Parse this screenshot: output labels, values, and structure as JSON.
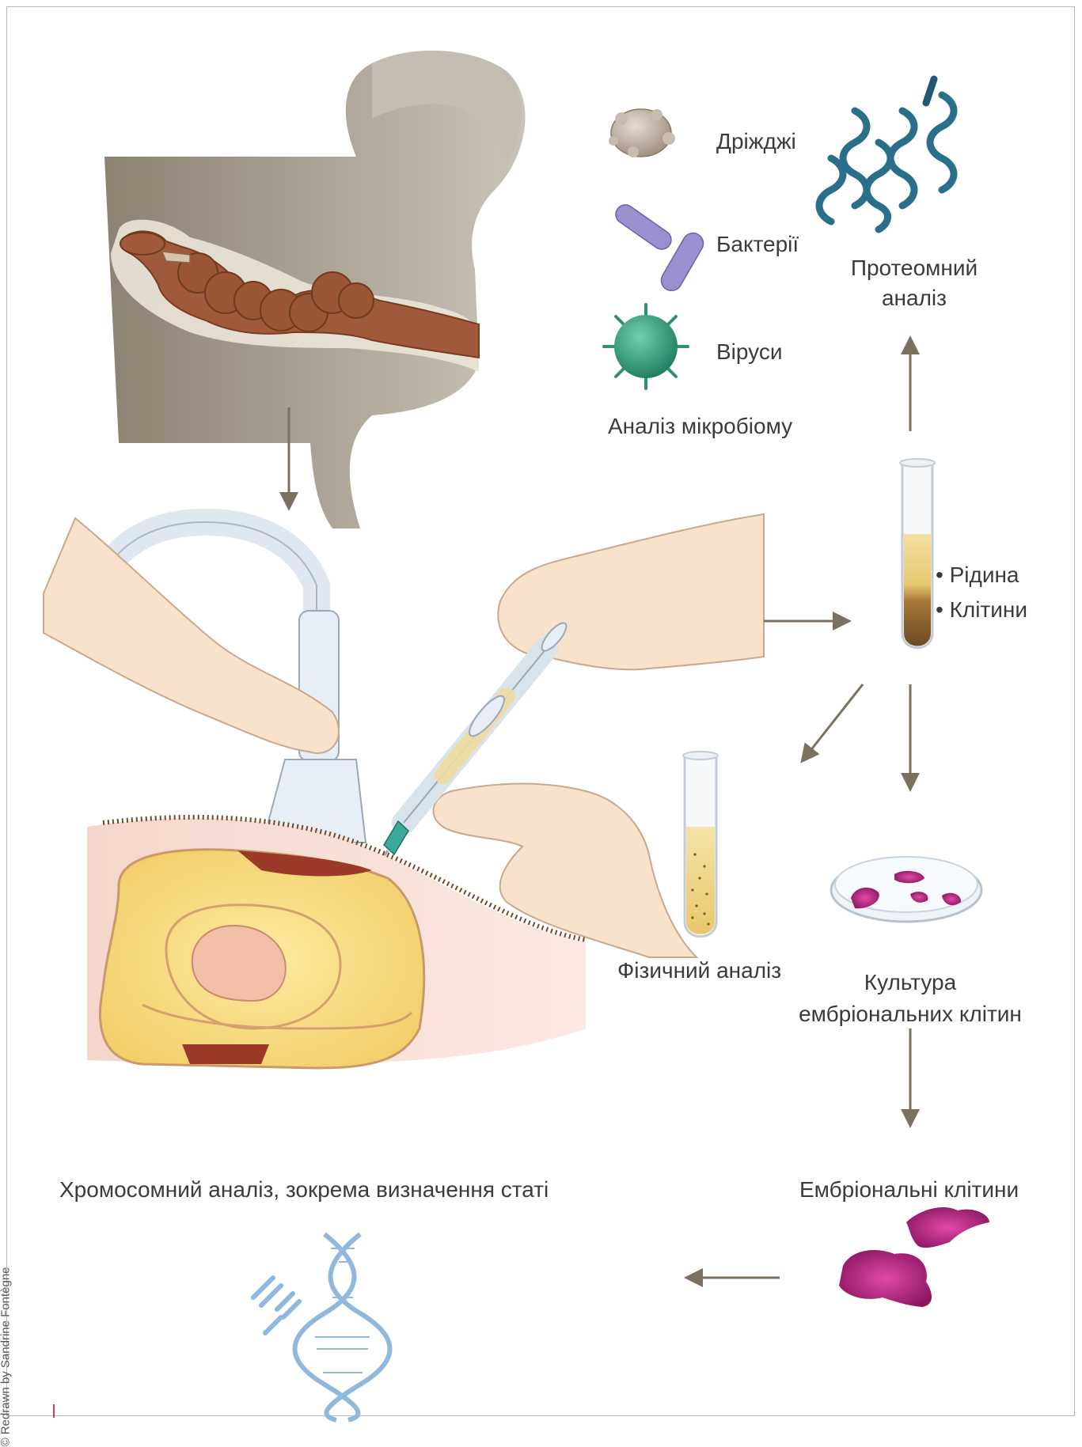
{
  "labels": {
    "yeast": "Дріжджі",
    "bacteria": "Бактерії",
    "viruses": "Віруси",
    "microbiome": "Аналіз мікробіому",
    "proteomic_line1": "Протеомний",
    "proteomic_line2": "аналіз",
    "fluid": "• Рідина",
    "cells": "• Клітини",
    "physical": "Фізичний аналіз",
    "culture_line1": "Культура",
    "culture_line2": "ембріональних клітин",
    "embryo_cells": "Ембріональні клітини",
    "chromosome": "Хромосомний аналіз, зокрема визначення статі"
  },
  "credit": "© Redrawn by Sandrine Fontègne",
  "colors": {
    "arrow": "#7a7160",
    "text": "#3b3b3b",
    "uterus": "#8b5a32",
    "body_gray": "#9a9184",
    "skin": "#f8e3cc",
    "virus": "#2f8f72",
    "bacteria": "#9b8fd0",
    "protein": "#2a6f8a",
    "cells_magenta": "#b0207a",
    "dna": "#8fb8dc",
    "fluid_yellow": "#f0d890",
    "sediment": "#8a5a2a"
  }
}
